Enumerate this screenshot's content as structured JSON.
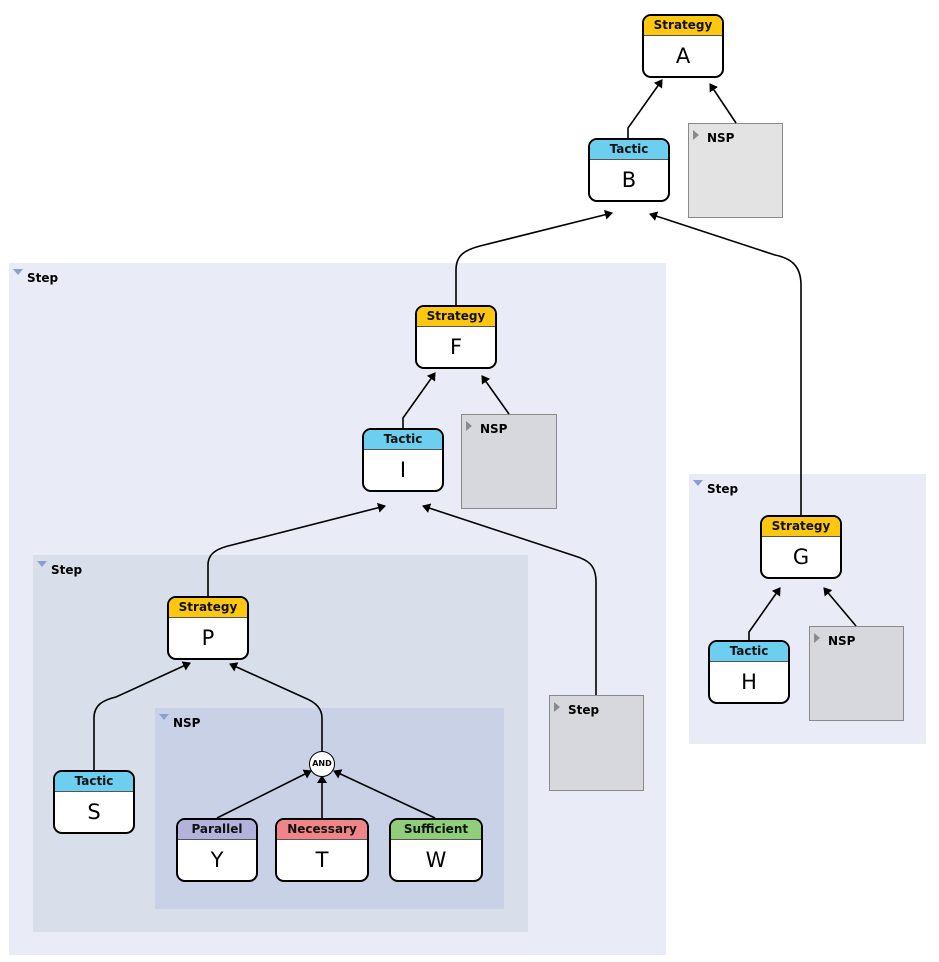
{
  "colors": {
    "strategy": "#fdc70f",
    "tactic": "#6dcfef",
    "parallel": "#b3b2dc",
    "necessary": "#ef8588",
    "sufficient": "#8fcf79",
    "step_outer": "#e9ecf6",
    "step_inner": "#d9deeb",
    "nsp_group": "#c9d1e6",
    "nsp_collapsed_top": "#e3e3e3",
    "nsp_collapsed_inner": "#d7d8dd"
  },
  "groups": {
    "step_main": "Step",
    "step_right": "Step",
    "step_inner": "Step",
    "nsp_inner": "NSP"
  },
  "collapsed": {
    "nsp_top": "NSP",
    "nsp_f": "NSP",
    "nsp_g": "NSP",
    "step_collapsed": "Step"
  },
  "nodes": {
    "a": {
      "type": "Strategy",
      "label": "A"
    },
    "b": {
      "type": "Tactic",
      "label": "B"
    },
    "f": {
      "type": "Strategy",
      "label": "F"
    },
    "i": {
      "type": "Tactic",
      "label": "I"
    },
    "p": {
      "type": "Strategy",
      "label": "P"
    },
    "s": {
      "type": "Tactic",
      "label": "S"
    },
    "y": {
      "type": "Parallel",
      "label": "Y"
    },
    "t": {
      "type": "Necessary",
      "label": "T"
    },
    "w": {
      "type": "Sufficient",
      "label": "W"
    },
    "g": {
      "type": "Strategy",
      "label": "G"
    },
    "h": {
      "type": "Tactic",
      "label": "H"
    }
  },
  "and_label": "AND"
}
